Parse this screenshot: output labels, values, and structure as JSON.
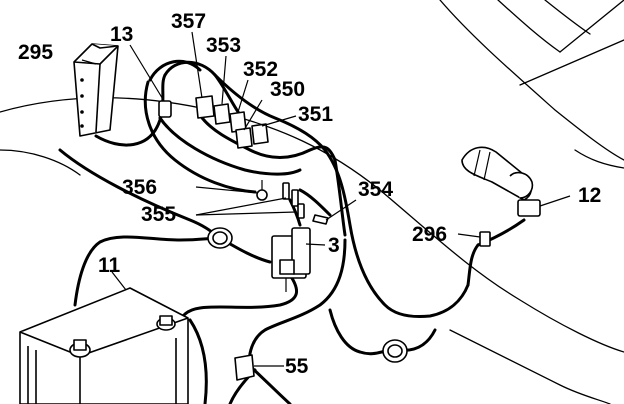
{
  "callouts": {
    "c295": "295",
    "c13": "13",
    "c357": "357",
    "c353": "353",
    "c352": "352",
    "c350": "350",
    "c351": "351",
    "c356": "356",
    "c355": "355",
    "c354": "354",
    "c3": "3",
    "c12": "12",
    "c296": "296",
    "c11": "11",
    "c55": "55"
  }
}
